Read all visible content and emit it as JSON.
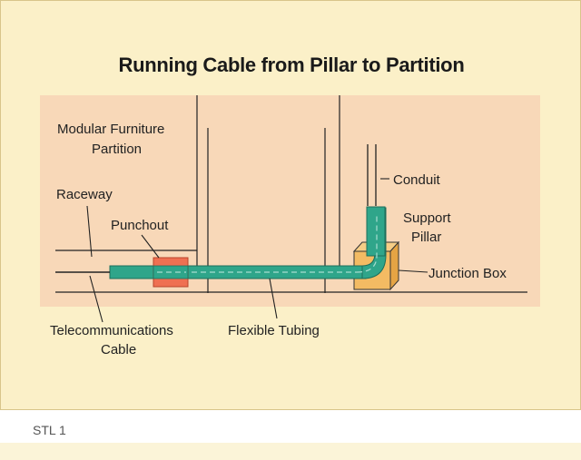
{
  "diagram": {
    "title": "Running Cable from Pillar to Partition",
    "labels": {
      "partition": [
        "Modular Furniture",
        "Partition"
      ],
      "raceway": "Raceway",
      "punchout": "Punchout",
      "conduit": "Conduit",
      "support_pillar": [
        "Support",
        "Pillar"
      ],
      "junction_box": "Junction Box",
      "telecom_cable": [
        "Telecommunications",
        "Cable"
      ],
      "flexible_tubing": "Flexible Tubing"
    },
    "colors": {
      "figure_background": "#fbf0c8",
      "panel": "#f8d8b8",
      "tubing": "#2fa58a",
      "punchout": "#ef7052",
      "junction_box": "#f3bb63",
      "lines": "#222222"
    }
  },
  "caption": "STL 1"
}
